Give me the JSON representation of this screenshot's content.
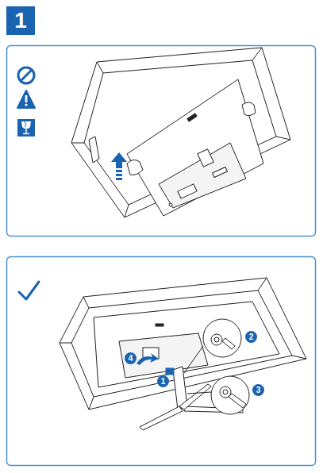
{
  "diagram": {
    "nodes": [
      {
        "text": [
          "1"
        ]
      }
    ],
    "labels": [
      "2",
      "4",
      "1",
      "3"
    ]
  }
}
